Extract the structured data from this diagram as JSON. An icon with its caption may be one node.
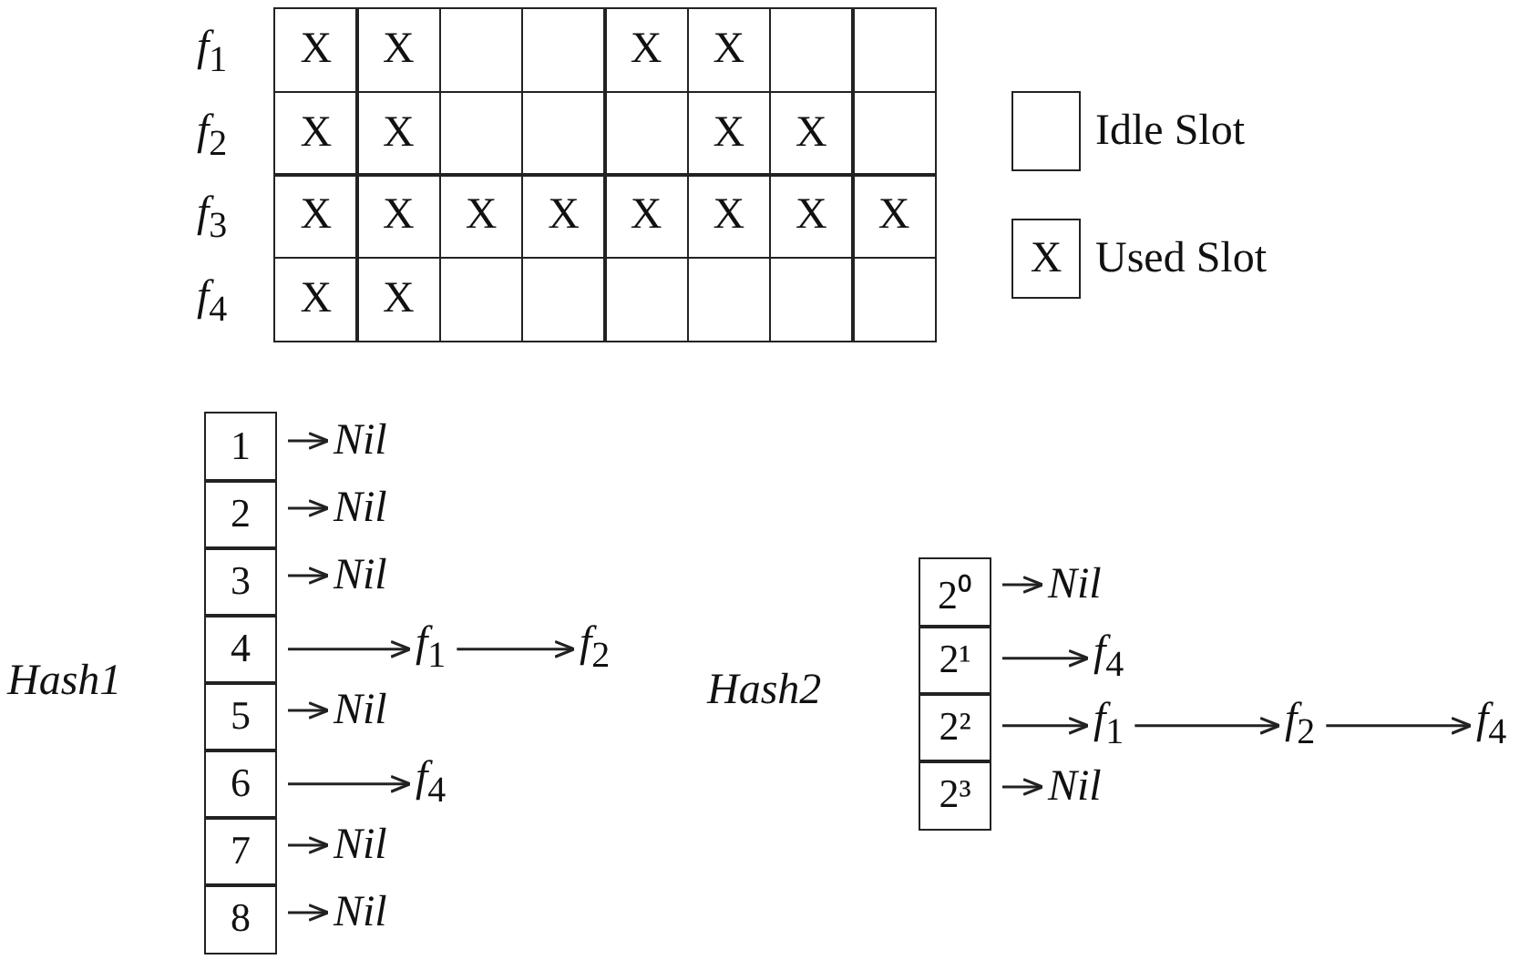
{
  "diagram": {
    "nodes": [
      {
        "text": [
          "Hash1"
        ]
      },
      {
        "text": [
          "1"
        ],
        "in": 0
      },
      {
        "text": [
          "2"
        ],
        "in": 0
      },
      {
        "text": [
          "3"
        ],
        "in": 0
      },
      {
        "text": [
          "4"
        ],
        "in": 0
      },
      {
        "text": [
          "5"
        ],
        "in": 0
      },
      {
        "text": [
          "6"
        ],
        "in": 0
      },
      {
        "text": [
          "7"
        ],
        "in": 0
      },
      {
        "text": [
          "8"
        ],
        "in": 0
      },
      {
        "text": [
          "Nil"
        ]
      },
      {
        "text": [
          "Nil"
        ]
      },
      {
        "text": [
          "Nil"
        ]
      },
      {
        "text": [
          "*f*$_{1}$"
        ]
      },
      {
        "text": [
          "*f*$_{2}$"
        ]
      },
      {
        "text": [
          "Nil"
        ]
      },
      {
        "text": [
          "*f*$_{4}$"
        ]
      },
      {
        "text": [
          "Nil"
        ]
      },
      {
        "text": [
          "Nil"
        ]
      },
      {
        "text": [
          "Hash2"
        ]
      },
      {
        "text": [
          "2⁰"
        ],
        "in": 18
      },
      {
        "text": [
          "2¹"
        ],
        "in": 18
      },
      {
        "text": [
          "2²"
        ],
        "in": 18
      },
      {
        "text": [
          "2³"
        ],
        "in": 18
      },
      {
        "text": [
          "Nil"
        ]
      },
      {
        "text": [
          "*f*$_{4}$"
        ]
      },
      {
        "text": [
          "*f*$_{1}$"
        ]
      },
      {
        "text": [
          "*f*$_{2}$"
        ]
      },
      {
        "text": [
          "*f*$_{4}$"
        ]
      },
      {
        "text": [
          "Nil"
        ]
      }
    ],
    "edges": [
      {
        "from": 1,
        "to": 9,
        "arrow": "to"
      },
      {
        "from": 2,
        "to": 10,
        "arrow": "to"
      },
      {
        "from": 3,
        "to": 11,
        "arrow": "to"
      },
      {
        "from": 4,
        "to": 12,
        "arrow": "to"
      },
      {
        "from": 12,
        "to": 13,
        "arrow": "to"
      },
      {
        "from": 5,
        "to": 14,
        "arrow": "to"
      },
      {
        "from": 6,
        "to": 15,
        "arrow": "to"
      },
      {
        "from": 7,
        "to": 16,
        "arrow": "to"
      },
      {
        "from": 8,
        "to": 17,
        "arrow": "to"
      },
      {
        "from": 19,
        "to": 23,
        "arrow": "to"
      },
      {
        "from": 20,
        "to": 24,
        "arrow": "to"
      },
      {
        "from": 21,
        "to": 25,
        "arrow": "to"
      },
      {
        "from": 25,
        "to": 26,
        "arrow": "to"
      },
      {
        "from": 26,
        "to": 27,
        "arrow": "to"
      },
      {
        "from": 22,
        "to": 28,
        "arrow": "to"
      }
    ],
    "labels": [
      "*f*$_{1}$",
      "X",
      "X",
      "X",
      "X",
      "*f*$_{2}$",
      "X",
      "X",
      "X",
      "X",
      "*f*$_{3}$",
      "X",
      "X",
      "X",
      "X",
      "X",
      "X",
      "X",
      "X",
      "*f*$_{4}$",
      "X",
      "X",
      "X"
    ],
    "legend": [
      {
        "text": "Idle Slot"
      },
      {
        "text": "Used Slot"
      }
    ]
  }
}
